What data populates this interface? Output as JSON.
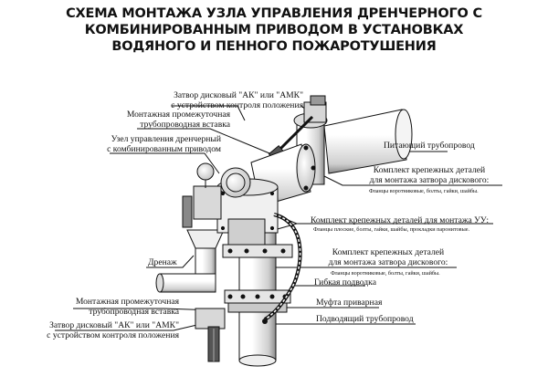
{
  "title": {
    "line1": "СХЕМА МОНТАЖА УЗЛА УПРАВЛЕНИЯ ДРЕНЧЕРНОГО С",
    "line2": "КОМБИНИРОВАННЫМ ПРИВОДОМ В УСТАНОВКАХ",
    "line3": "ВОДЯНОГО И ПЕННОГО ПОЖАРОТУШЕНИЯ"
  },
  "labels": {
    "valve_top_1": "Затвор дисковый \"АК\" или \"АМК\"",
    "valve_top_2": "с устройством контроля положения",
    "insert_top_1": "Монтажная промежуточная",
    "insert_top_2": "трубопроводная вставка",
    "unit_1": "Узел управления дренчерный",
    "unit_2": "с комбинированным приводом",
    "supply_pipe": "Питающий трубопровод",
    "kit_valve_top_1": "Комплект крепежных деталей",
    "kit_valve_top_2": "для монтажа затвора дискового:",
    "kit_valve_top_3": "Фланцы воротниковые, болты, гайки, шайбы.",
    "kit_uu_1": "Комплект крепежных деталей для монтажа УУ:",
    "kit_uu_2": "Фланцы плоские, болты, гайки, шайбы, прокладки паронитовые.",
    "drain": "Дренаж",
    "kit_valve_bottom_1": "Комплект крепежных деталей",
    "kit_valve_bottom_2": "для монтажа затвора дискового:",
    "kit_valve_bottom_3": "Фланцы воротниковые, болты, гайки, шайбы.",
    "hose": "Гибкая подводка",
    "sleeve": "Муфта приварная",
    "inlet_pipe": "Подводящий трубопровод",
    "insert_bottom_1": "Монтажная промежуточная",
    "insert_bottom_2": "трубопроводная вставка",
    "valve_bottom_1": "Затвор дисковый \"АК\" или \"АМК\"",
    "valve_bottom_2": "с устройством контроля положения"
  }
}
